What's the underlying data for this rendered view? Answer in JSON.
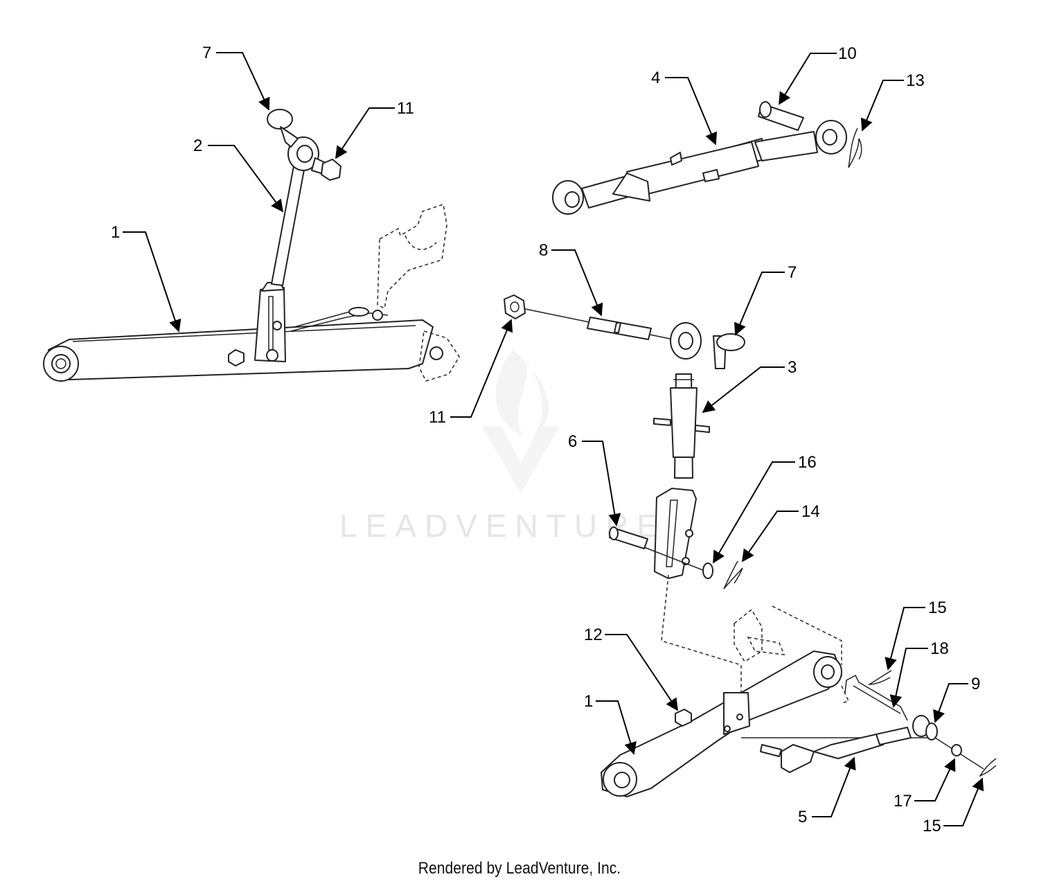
{
  "watermark": "LEADVENTURE",
  "footer": "Rendered by LeadVenture, Inc.",
  "callouts": [
    {
      "id": "c-7a",
      "label": "7"
    },
    {
      "id": "c-11a",
      "label": "11"
    },
    {
      "id": "c-2",
      "label": "2"
    },
    {
      "id": "c-1a",
      "label": "1"
    },
    {
      "id": "c-4",
      "label": "4"
    },
    {
      "id": "c-10",
      "label": "10"
    },
    {
      "id": "c-13",
      "label": "13"
    },
    {
      "id": "c-8",
      "label": "8"
    },
    {
      "id": "c-7b",
      "label": "7"
    },
    {
      "id": "c-11b",
      "label": "11"
    },
    {
      "id": "c-3",
      "label": "3"
    },
    {
      "id": "c-6",
      "label": "6"
    },
    {
      "id": "c-16",
      "label": "16"
    },
    {
      "id": "c-14",
      "label": "14"
    },
    {
      "id": "c-15a",
      "label": "15"
    },
    {
      "id": "c-18",
      "label": "18"
    },
    {
      "id": "c-12",
      "label": "12"
    },
    {
      "id": "c-9",
      "label": "9"
    },
    {
      "id": "c-1b",
      "label": "1"
    },
    {
      "id": "c-17",
      "label": "17"
    },
    {
      "id": "c-5",
      "label": "5"
    },
    {
      "id": "c-15b",
      "label": "15"
    }
  ]
}
